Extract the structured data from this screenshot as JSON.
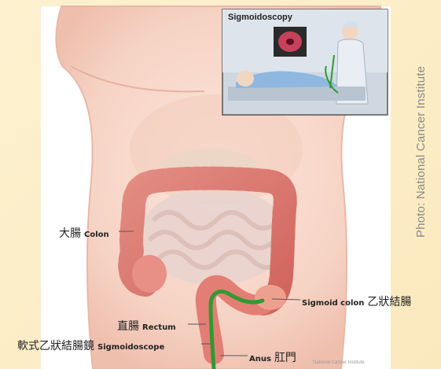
{
  "inset": {
    "title": "Sigmoidoscopy"
  },
  "credit": {
    "vertical": "Photo: National Cancer Institute",
    "small": "National Cancer Institute"
  },
  "labels": {
    "colon": {
      "cn": "大腸",
      "en": "Colon"
    },
    "sigmoid": {
      "en": "Sigmoid colon",
      "cn": "乙狀結腸"
    },
    "rectum": {
      "cn": "直腸",
      "en": "Rectum"
    },
    "scope": {
      "cn": "軟式乙狀結腸鏡",
      "en": "Sigmoidoscope"
    },
    "anus": {
      "en": "Anus",
      "cn": "肛門"
    }
  },
  "colors": {
    "background": "#fdf3d6",
    "skin": "#f7d5c4",
    "colon": "#e58a82",
    "scope": "#3aa33a"
  }
}
